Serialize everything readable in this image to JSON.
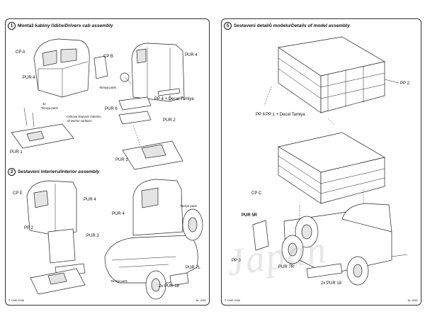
{
  "left_page": {
    "step1": {
      "num": "1",
      "title": "Montáž kabiny řidiče",
      "sep": " / ",
      "subtitle": "Drivers cab assembly"
    },
    "step2": {
      "num": "2",
      "title": "Sestavení interieru",
      "sep": " / ",
      "subtitle": "Interior assembly"
    },
    "labels": {
      "cp_a": "CP A",
      "cp_b": "CP B",
      "pur4_a": "PUR 4",
      "pur4_b": "PUR 4",
      "tamiya_parts_1": "Tamiya parts",
      "pur6": "PUR 6",
      "pp4_decal": "PP 4 + Decal Tamiya",
      "x3": "3x",
      "tamiya_parts_2": "Tamiya parts",
      "interior_note_1": "Celkové zbarvení interiéru",
      "interior_note_2": "All interior surfaces",
      "pur2_a": "PUR 2",
      "pur1_a": "PUR 1",
      "pur1_b": "PUR 1",
      "cp_e": "CP E",
      "pur4_c": "PUR 4",
      "pp2": "PP 2",
      "pur3": "PUR 3",
      "pur4_d": "PUR 4",
      "tamiya_parts_3": "Tamiya parts",
      "pur7l": "PUR 7L",
      "tamiya_parts_4": "Tamiya parts",
      "pur18": "2x PUR 18"
    },
    "footer_left": "© CMK 2008",
    "footer_right": "Nr. 3051"
  },
  "right_page": {
    "step5": {
      "num": "5",
      "title": "Sestavení detailů modelu",
      "sep": " / ",
      "subtitle": "Details of model assembly"
    },
    "labels": {
      "pp2": "PP 2",
      "pp6": "PP 6",
      "pp1_decal": "PP 1 + Decal Tamiya",
      "cp_c": "CP C",
      "pur5r": "PUR 5R",
      "pp3": "PP 3",
      "pur7r": "PUR 7R",
      "pur18": "2x PUR 18"
    },
    "footer_left": "© CMK 2008",
    "footer_right": "Nr. 3051"
  },
  "watermark": "Japan"
}
